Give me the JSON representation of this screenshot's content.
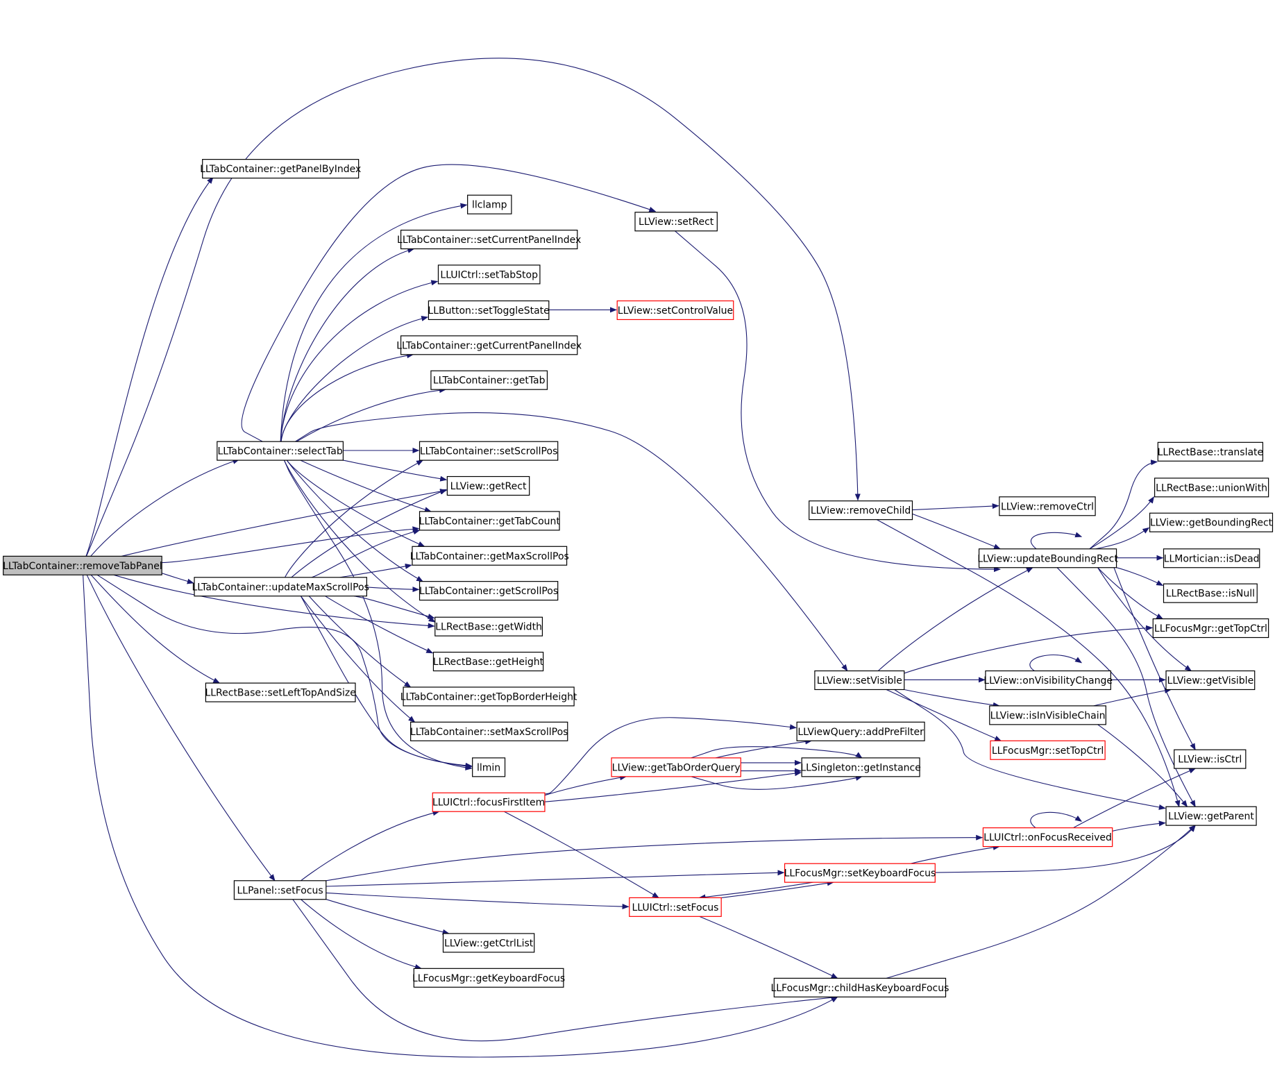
{
  "colors": {
    "edge": "#191970",
    "node_border": "#000000",
    "node_border_truncated": "#ff0000",
    "root_fill": "#bfbfbf",
    "node_fill": "#ffffff"
  },
  "nodes": [
    {
      "id": "n_remove",
      "label": "LLTabContainer::removeTabPanel",
      "style": "root"
    },
    {
      "id": "n_getpanel",
      "label": "LLTabContainer::getPanelByIndex",
      "style": "normal"
    },
    {
      "id": "n_llclamp",
      "label": "llclamp",
      "style": "normal"
    },
    {
      "id": "n_setrect",
      "label": "LLView::setRect",
      "style": "normal"
    },
    {
      "id": "n_setcurpanel",
      "label": "LLTabContainer::setCurrentPanelIndex",
      "style": "normal"
    },
    {
      "id": "n_settabstop",
      "label": "LLUICtrl::setTabStop",
      "style": "normal"
    },
    {
      "id": "n_settoggle",
      "label": "LLButton::setToggleState",
      "style": "normal"
    },
    {
      "id": "n_setctrlvalue",
      "label": "LLView::setControlValue",
      "style": "truncated"
    },
    {
      "id": "n_getcurpanel",
      "label": "LLTabContainer::getCurrentPanelIndex",
      "style": "normal"
    },
    {
      "id": "n_gettab",
      "label": "LLTabContainer::getTab",
      "style": "normal"
    },
    {
      "id": "n_selecttab",
      "label": "LLTabContainer::selectTab",
      "style": "normal"
    },
    {
      "id": "n_setscrollpos",
      "label": "LLTabContainer::setScrollPos",
      "style": "normal"
    },
    {
      "id": "n_getrect",
      "label": "LLView::getRect",
      "style": "normal"
    },
    {
      "id": "n_gettabcount",
      "label": "LLTabContainer::getTabCount",
      "style": "normal"
    },
    {
      "id": "n_getmaxscroll",
      "label": "LLTabContainer::getMaxScrollPos",
      "style": "normal"
    },
    {
      "id": "n_updmaxscroll",
      "label": "LLTabContainer::updateMaxScrollPos",
      "style": "normal"
    },
    {
      "id": "n_getscrollpos",
      "label": "LLTabContainer::getScrollPos",
      "style": "normal"
    },
    {
      "id": "n_getwidth",
      "label": "LLRectBase::getWidth",
      "style": "normal"
    },
    {
      "id": "n_getheight",
      "label": "LLRectBase::getHeight",
      "style": "normal"
    },
    {
      "id": "n_setlefttop",
      "label": "LLRectBase::setLeftTopAndSize",
      "style": "normal"
    },
    {
      "id": "n_gettopborder",
      "label": "LLTabContainer::getTopBorderHeight",
      "style": "normal"
    },
    {
      "id": "n_setmaxscroll",
      "label": "LLTabContainer::setMaxScrollPos",
      "style": "normal"
    },
    {
      "id": "n_llmin",
      "label": "llmin",
      "style": "normal"
    },
    {
      "id": "n_addprefilter",
      "label": "LLViewQuery::addPreFilter",
      "style": "normal"
    },
    {
      "id": "n_gettaborder",
      "label": "LLView::getTabOrderQuery",
      "style": "truncated"
    },
    {
      "id": "n_getinstance",
      "label": "LLSingleton::getInstance",
      "style": "normal"
    },
    {
      "id": "n_focusfirst",
      "label": "LLUICtrl::focusFirstItem",
      "style": "truncated"
    },
    {
      "id": "n_panelsetfocus",
      "label": "LLPanel::setFocus",
      "style": "normal"
    },
    {
      "id": "n_uisetfocus",
      "label": "LLUICtrl::setFocus",
      "style": "truncated"
    },
    {
      "id": "n_getctrllist",
      "label": "LLView::getCtrlList",
      "style": "normal"
    },
    {
      "id": "n_getkbfocus",
      "label": "LLFocusMgr::getKeyboardFocus",
      "style": "normal"
    },
    {
      "id": "n_childhaskb",
      "label": "LLFocusMgr::childHasKeyboardFocus",
      "style": "normal"
    },
    {
      "id": "n_setkbfocus",
      "label": "LLFocusMgr::setKeyboardFocus",
      "style": "truncated"
    },
    {
      "id": "n_onfocusrecv",
      "label": "LLUICtrl::onFocusReceived",
      "style": "truncated"
    },
    {
      "id": "n_removechild",
      "label": "LLView::removeChild",
      "style": "normal"
    },
    {
      "id": "n_removectrl",
      "label": "LLView::removeCtrl",
      "style": "normal"
    },
    {
      "id": "n_updbounding",
      "label": "LLView::updateBoundingRect",
      "style": "normal"
    },
    {
      "id": "n_translate",
      "label": "LLRectBase::translate",
      "style": "normal"
    },
    {
      "id": "n_unionwith",
      "label": "LLRectBase::unionWith",
      "style": "normal"
    },
    {
      "id": "n_getbounding",
      "label": "LLView::getBoundingRect",
      "style": "normal"
    },
    {
      "id": "n_isdead",
      "label": "LLMortician::isDead",
      "style": "normal"
    },
    {
      "id": "n_isnull",
      "label": "LLRectBase::isNull",
      "style": "normal"
    },
    {
      "id": "n_gettopctrl",
      "label": "LLFocusMgr::getTopCtrl",
      "style": "normal"
    },
    {
      "id": "n_setvisible",
      "label": "LLView::setVisible",
      "style": "normal"
    },
    {
      "id": "n_onvischange",
      "label": "LLView::onVisibilityChange",
      "style": "normal"
    },
    {
      "id": "n_getvisible",
      "label": "LLView::getVisible",
      "style": "normal"
    },
    {
      "id": "n_isinvischain",
      "label": "LLView::isInVisibleChain",
      "style": "normal"
    },
    {
      "id": "n_settopctrl",
      "label": "LLFocusMgr::setTopCtrl",
      "style": "truncated"
    },
    {
      "id": "n_isctrl",
      "label": "LLView::isCtrl",
      "style": "normal"
    },
    {
      "id": "n_getparent",
      "label": "LLView::getParent",
      "style": "normal"
    }
  ]
}
